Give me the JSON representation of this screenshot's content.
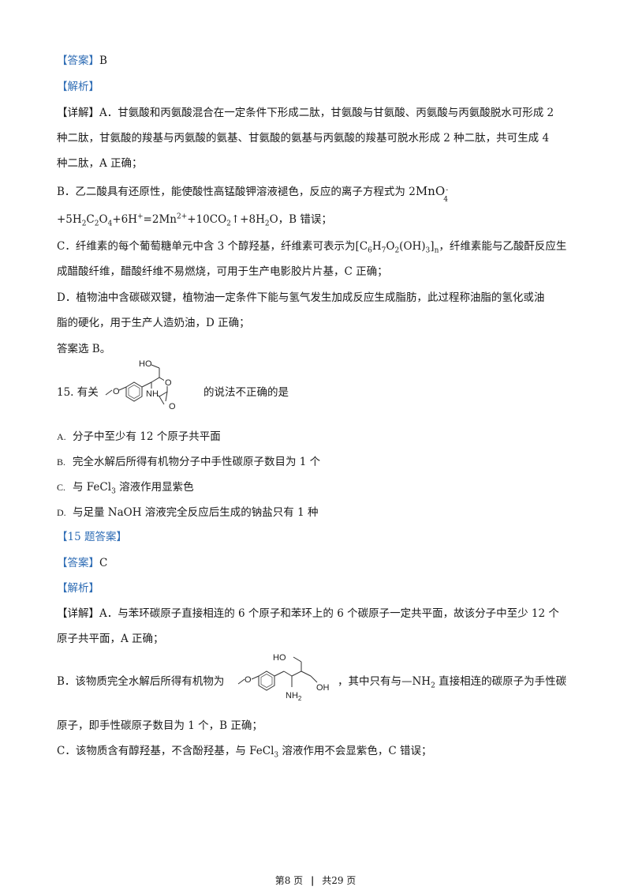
{
  "answer_b_block": {
    "answer_tag": "【答案】",
    "answer_value": "B",
    "analysis_tag": "【解析】",
    "detail_tag": "【详解】",
    "a_line1": "A．甘氨酸和丙氨酸混合在一定条件下形成二肽，甘氨酸与甘氨酸、丙氨酸与丙氨酸脱水可形成 2",
    "a_line2": "种二肽，甘氨酸的羧基与丙氨酸的氨基、甘氨酸的氨基与丙氨酸的羧基可脱水形成 2 种二肽，共可生成 4",
    "a_line3": "种二肽，A 正确；",
    "b_line1": "B．乙二酸具有还原性，能使酸性高锰酸钾溶液褪色，反应的离子方程式为 2",
    "b_ion": "MnO",
    "b_ion_sub": "4",
    "b_ion_sup": "-",
    "b_line2_a": "+5H",
    "b_line2_b": "C",
    "b_line2_c": "O",
    "b_line2_d": "+6H",
    "b_line2_e": "=2Mn",
    "b_line2_f": "+10CO",
    "b_line2_g": "↑+8H",
    "b_line2_h": "O，B 错误；",
    "c_line1_a": "C．纤维素的每个葡萄糖单元中含 3 个醇羟基，纤维素可表示为[C",
    "c_line1_b": "H",
    "c_line1_c": "O",
    "c_line1_d": "(OH)",
    "c_line1_e": "]",
    "c_line1_f": "，纤维素能与乙酸酐反应生",
    "c_line2": "成醋酸纤维，醋酸纤维不易燃烧，可用于生产电影胶片片基，C 正确；",
    "d_line1": "D．植物油中含碳碳双键，植物油一定条件下能与氢气发生加成反应生成脂肪，此过程称油脂的氢化或油",
    "d_line2": "脂的硬化，用于生产人造奶油，D 正确；",
    "conclusion": "答案选 B。"
  },
  "question15": {
    "prefix": "15. 有关",
    "suffix": "的说法不正确的是",
    "mol_labels": {
      "ho": "HO",
      "o_ring": "O",
      "nh": "NH",
      "o_carbonyl": "O"
    },
    "options": [
      {
        "letter": "A.",
        "text": "分子中至少有 12 个原子共平面"
      },
      {
        "letter": "B.",
        "text": "完全水解后所得有机物分子中手性碳原子数目为 1 个"
      },
      {
        "letter": "C.",
        "text_a": "与 FeCl",
        "text_sub": "3",
        "text_b": " 溶液作用显紫色"
      },
      {
        "letter": "D.",
        "text": "与足量 NaOH 溶液完全反应后生成的钠盐只有 1 种"
      }
    ]
  },
  "answer15": {
    "title": "【15 题答案】",
    "answer_tag": "【答案】",
    "answer_value": "C",
    "analysis_tag": "【解析】",
    "detail_tag": "【详解】",
    "a_line1": "A．与苯环碳原子直接相连的 6 个原子和苯环上的 6 个碳原子一定共平面，故该分子中至少 12 个",
    "a_line2": "原子共平面，A 正确；",
    "b_prefix": "B．该物质完全水解后所得有机物为",
    "b_suffix_a": "，其中只有与—NH",
    "b_suffix_sub": "2",
    "b_suffix_b": " 直接相连的碳原子为手性碳",
    "b_mol_labels": {
      "ho": "HO",
      "oh": "OH",
      "nh2": "NH",
      "nh2_sub": "2"
    },
    "b_line2": "原子，即手性碳原子数目为 1 个，B 正确；",
    "c_line1_a": "C．该物质含有醇羟基，不含酚羟基，与 FeCl",
    "c_line1_sub": "3",
    "c_line1_b": " 溶液作用不会显紫色，C 错误；"
  },
  "footer": {
    "page": "第8 页",
    "sep": "|",
    "total": "共29 页"
  }
}
